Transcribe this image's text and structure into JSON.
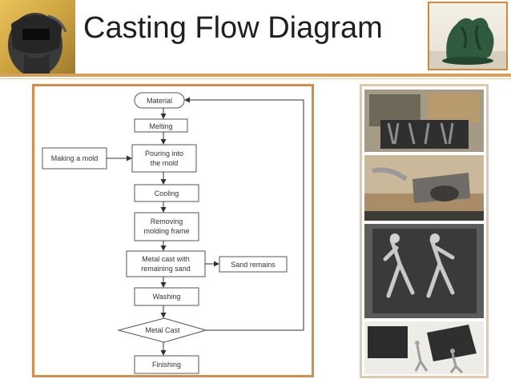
{
  "slide": {
    "title": "Casting Flow Diagram"
  },
  "flow": {
    "material": "Material",
    "melting": "Melting",
    "pouring_line1": "Pouring into",
    "pouring_line2": "the mold",
    "making_mold": "Making a mold",
    "cooling": "Cooling",
    "removing_line1": "Removing",
    "removing_line2": "molding frame",
    "metalcast_sand_line1": "Metal cast with",
    "metalcast_sand_line2": "remaining sand",
    "sand_remains": "Sand remains",
    "washing": "Washing",
    "metal_cast": "Metal Cast",
    "finishing": "Finishing"
  },
  "colors": {
    "accent_orange": "#d88a4a",
    "box_border": "#555555"
  },
  "images": {
    "welder": "welder-mask-image",
    "sculpture": "bronze-sculpture-image",
    "photos": [
      "sand-mold-photo",
      "pouring-metal-photo",
      "mold-cavity-photo",
      "finished-figures-photo"
    ]
  }
}
